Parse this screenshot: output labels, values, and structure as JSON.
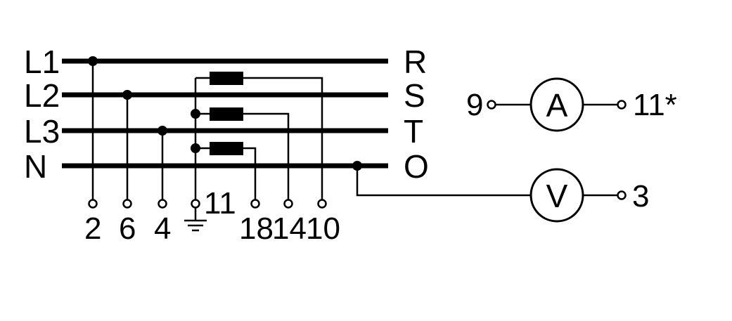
{
  "lines": {
    "left": [
      "L1",
      "L2",
      "L3",
      "N"
    ],
    "right": [
      "R",
      "S",
      "T",
      "O"
    ]
  },
  "terminals": {
    "bottom": [
      "2",
      "6",
      "4",
      "11",
      "18",
      "14",
      "10"
    ],
    "ammeter_left": "9",
    "ammeter_right": "11*",
    "voltmeter_right": "3"
  },
  "meters": {
    "ammeter": "A",
    "voltmeter": "V"
  },
  "colors": {
    "ink": "#000000",
    "background": "#ffffff"
  },
  "icons": [
    "ground-icon",
    "resistor-icon",
    "terminal-icon"
  ]
}
